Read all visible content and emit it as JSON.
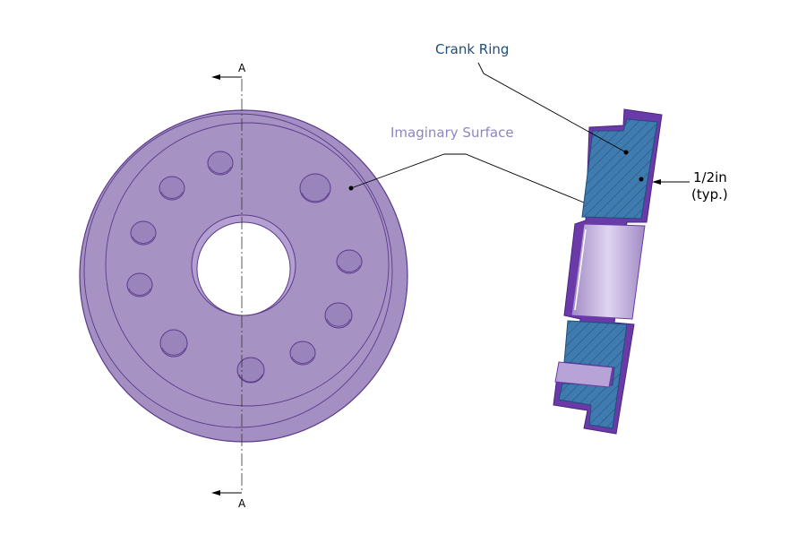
{
  "labels": {
    "crank_ring": "Crank Ring",
    "imaginary_surface": "Imaginary Surface",
    "thickness_line1": "1/2in",
    "thickness_line2": "(typ.)",
    "section_top": "A",
    "section_bottom": "A"
  },
  "colors": {
    "part_fill": "#a48fc2",
    "part_edge": "#5b3a8c",
    "hole_fill": "#9a84bc",
    "section_fill": "#3f7bae",
    "section_hatch": "#1f4e7a",
    "shell": "#6a3aa8",
    "bore_fill": "#c9b6e6",
    "callout_blue": "#1f4e79",
    "callout_purple": "#8d86c0",
    "leader": "#000000"
  }
}
